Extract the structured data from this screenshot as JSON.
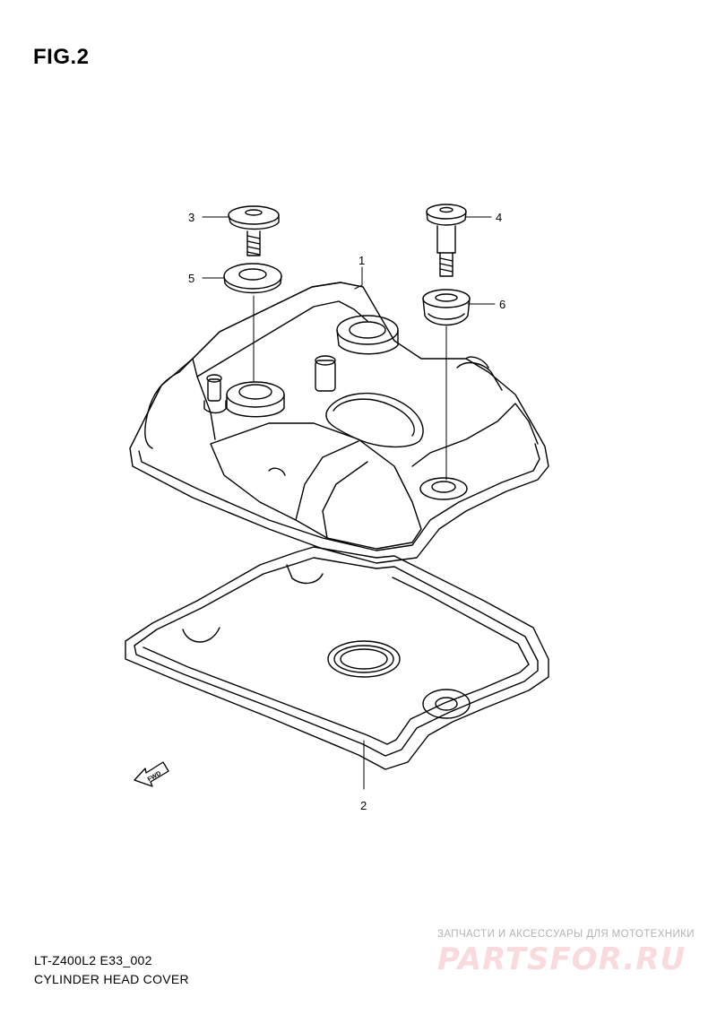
{
  "figure": {
    "label": "FIG.2"
  },
  "caption": {
    "code": "LT-Z400L2 E33_002",
    "title": "CYLINDER HEAD COVER"
  },
  "callouts": [
    {
      "id": "1",
      "part": "cylinder-head-cover"
    },
    {
      "id": "2",
      "part": "gasket"
    },
    {
      "id": "3",
      "part": "bolt"
    },
    {
      "id": "4",
      "part": "bolt"
    },
    {
      "id": "5",
      "part": "washer"
    },
    {
      "id": "6",
      "part": "cushion"
    }
  ],
  "direction_marker": {
    "text": "FWD",
    "icon": "forward-arrow-icon"
  },
  "watermark": {
    "tagline": "ЗАПЧАСТИ И АКСЕССУАРЫ ДЛЯ МОТОТЕХНИКИ",
    "logo": "PARTSFOR.RU",
    "colors": {
      "tagline": "#b3b3b3",
      "logo": "#f9dadd"
    }
  }
}
